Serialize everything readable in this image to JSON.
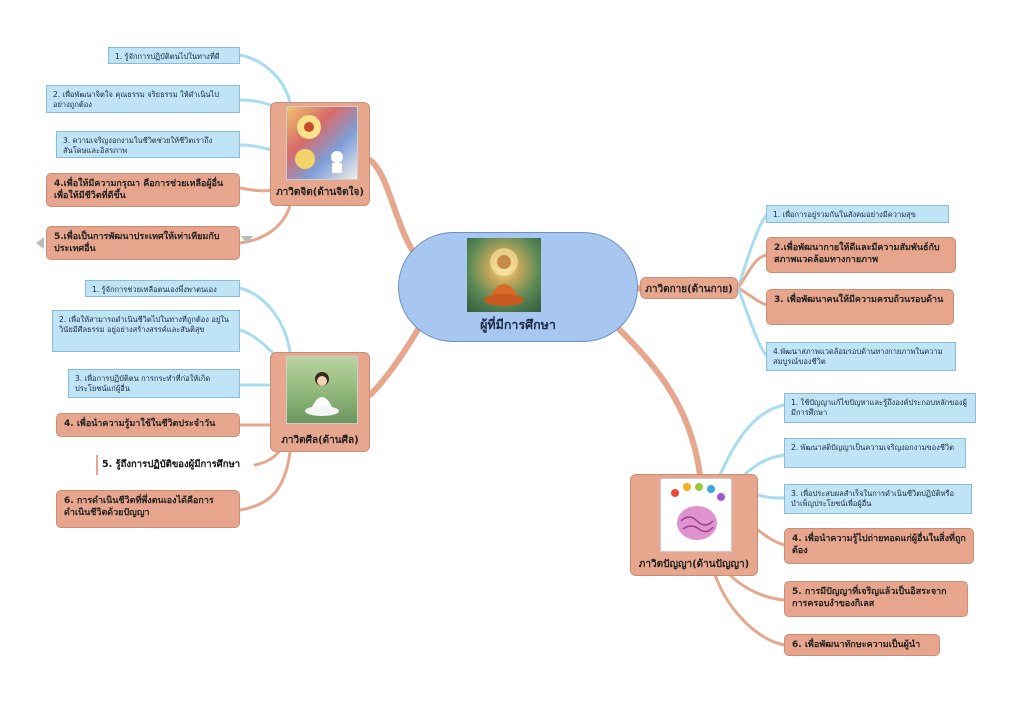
{
  "center": {
    "title": "ผู้ที่มีการศึกษา",
    "image": "meditating-buddha-image"
  },
  "branches": {
    "mind": {
      "label": "ภาวิตจิต(ด้านจิตใจ)",
      "image": "mind-meditation-image",
      "items": [
        "1. รู้จักการปฏิบัติตนไปในทางที่ดี",
        "2. เพื่อพัฒนาจิตใจ คุณธรรม จริยธรรม ให้ดำเนินไปอย่างถูกต้อง",
        "3. ความเจริญงอกงามในชีวิตช่วยให้ชีวิตเราถึงสันโดษและอิสรภาพ",
        "4.เพื่อให้มีความกรุณา คือการช่วยเหลือผู้อื่นเพื่อให้มีชีวิตที่ดีขึ้น",
        "5.เพื่อเป็นการพัฒนาประเทศให้เท่าเทียมกับประเทศอื่น"
      ]
    },
    "morality": {
      "label": "ภาวิตศีล(ด้านศีล)",
      "image": "meditating-person-image",
      "items": [
        "1. รู้จักการช่วยเหลือตนเองพึ่งพาตนเอง",
        "2. เพื่อให้สามารถดำเนินชีวิตไปในทางที่ถูกต้อง อยู่ในวินัยมีศีลธรรม อยู่อย่างสร้างสรรค์และสันติสุข",
        "3. เพื่อการปฏิบัติตน การกระทำที่ก่อให้เกิดประโยชน์แก่ผู้อื่น",
        "4. เพื่อนำความรู้มาใช้ในชีวิตประจำวัน",
        "5. รู้ถึงการปฏิบัติของผู้มีการศึกษา",
        "6. การดำเนินชีวิตที่พึ่งตนเองได้คือการดำเนินชีวิตด้วยปัญญา"
      ]
    },
    "body": {
      "label": "ภาวิตกาย(ด้านกาย)",
      "items": [
        "1. เพื่อการอยู่รวมกันในสังคมอย่างมีความสุข",
        "2.เพื่อพัฒนากายให้ดีและมีความสัมพันธ์กับสภาพแวดล้อมทางกายภาพ",
        "3. เพื่อพัฒนาคนให้มีความครบถ้วนรอบด้าน",
        "4.พัฒนาสภาพแวดล้อมรอบด้านทางกายภาพในความสมบูรณ์ของชีวิต"
      ]
    },
    "wisdom": {
      "label": "ภาวิตปัญญา(ด้านปัญญา)",
      "image": "brain-lightbulbs-image",
      "items": [
        "1. ใช้ปัญญาแก้ไขปัญหาและรู้ถึงองค์ประกอบหลักของผู้มีการศึกษา",
        "2. พัฒนาสติปัญญาเป็นความเจริญงอกงามของชีวิต",
        "3. เพื่อประสบผลสำเร็จในการดำเนินชีวิตปฏิบัติหรือบำเพ็ญประโยชน์เพื่อผู้อื่น",
        "4. เพื่อนำความรู้ไปถ่ายทอดแก่ผู้อื่นในสิ่งที่ถูกต้อง",
        "5. การมีปัญญาที่เจริญแล้วเป็นอิสระจากการครอบงำของกิเลส",
        "6. เพื่อพัฒนาทักษะความเป็นผู้นำ"
      ]
    }
  },
  "colors": {
    "blue_link": "#a7dcf2",
    "salmon_link": "#e7a78e",
    "center_fill": "#a7c7f0",
    "branch_fill": "#e7a78e",
    "leaf_blue_fill": "#bfe4f6"
  }
}
